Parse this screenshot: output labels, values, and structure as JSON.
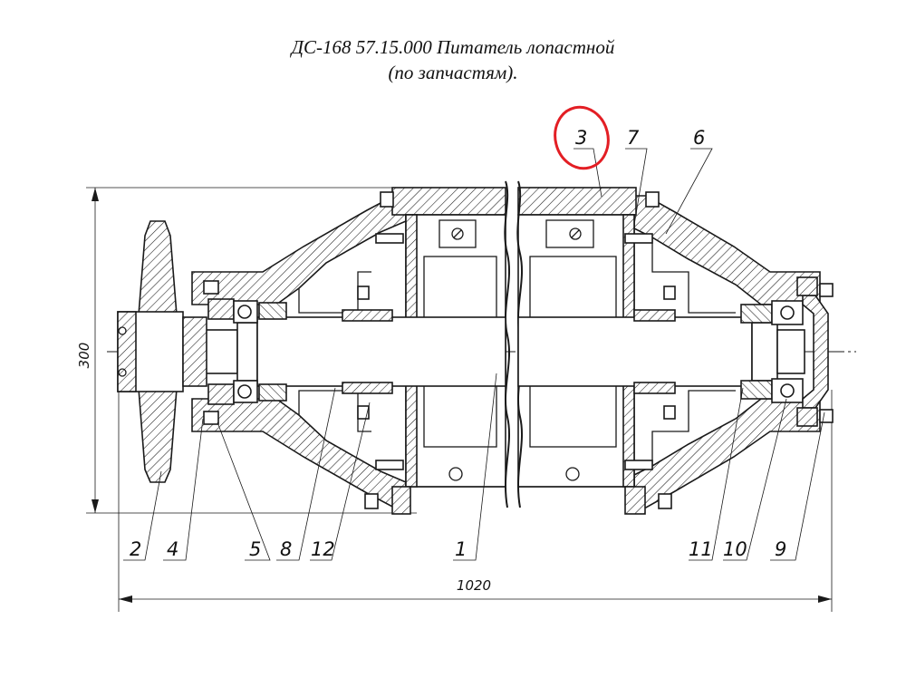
{
  "title": {
    "line1": "ДС-168 57.15.000 Питатель лопастной",
    "line2": "(по запчастям)."
  },
  "dimensions": {
    "height": "300",
    "length": "1020"
  },
  "callouts": {
    "c1": "1",
    "c2": "2",
    "c3": "3",
    "c4": "4",
    "c5": "5",
    "c6": "6",
    "c7": "7",
    "c8": "8",
    "c9": "9",
    "c10": "10",
    "c11": "11",
    "c12": "12"
  },
  "highlight": {
    "target": "3",
    "color": "#e31e24"
  }
}
